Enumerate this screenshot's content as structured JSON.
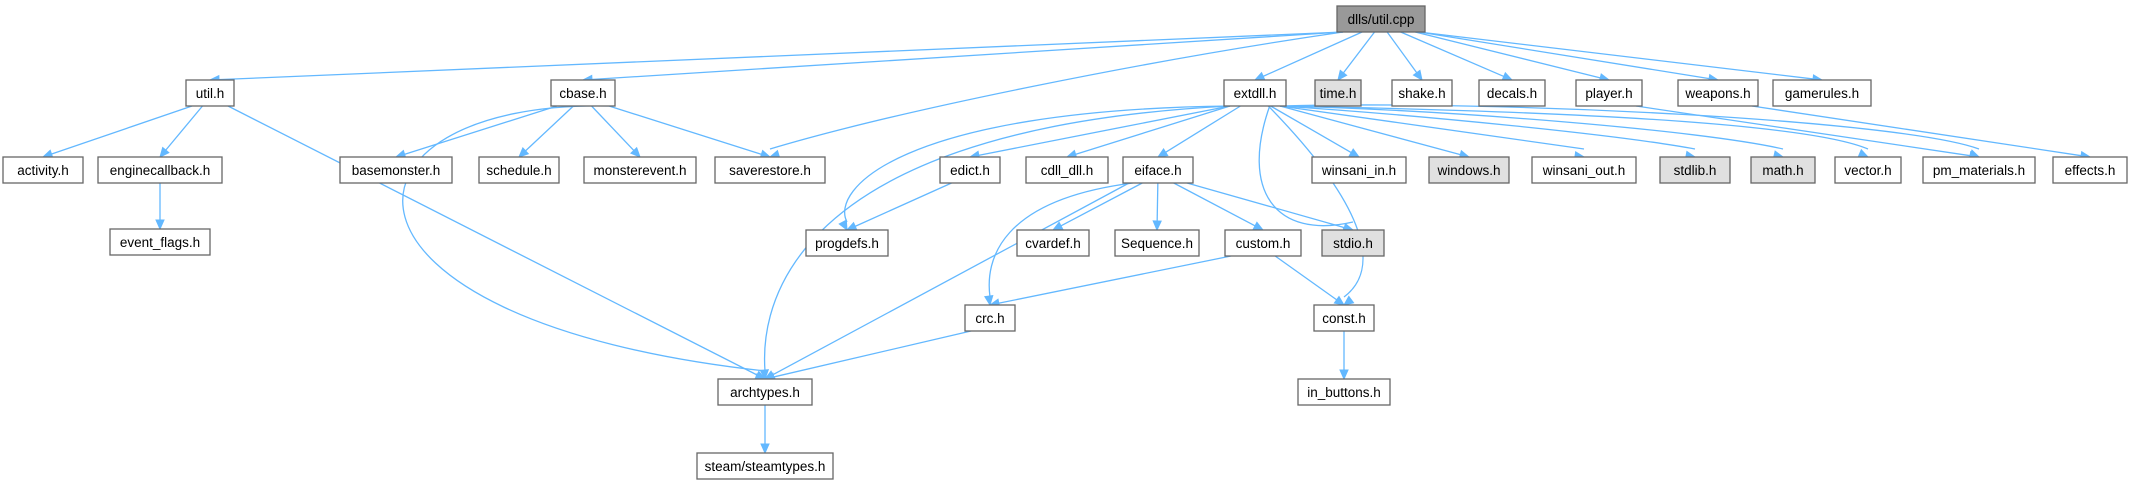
{
  "colors": {
    "node_fill": "#ffffff",
    "node_fill_root": "#999999",
    "node_fill_unresolved": "#e0e0e0",
    "node_border": "#666666",
    "edge": "#63b8ff"
  },
  "graph": {
    "nodes": [
      {
        "id": "root",
        "label": "dlls/util.cpp",
        "style": "root"
      },
      {
        "id": "util_h",
        "label": "util.h"
      },
      {
        "id": "cbase_h",
        "label": "cbase.h"
      },
      {
        "id": "extdll_h",
        "label": "extdll.h"
      },
      {
        "id": "time_h",
        "label": "time.h",
        "style": "unresolved"
      },
      {
        "id": "shake_h",
        "label": "shake.h"
      },
      {
        "id": "decals_h",
        "label": "decals.h"
      },
      {
        "id": "player_h",
        "label": "player.h"
      },
      {
        "id": "weapons_h",
        "label": "weapons.h"
      },
      {
        "id": "gamerules_h",
        "label": "gamerules.h"
      },
      {
        "id": "activity_h",
        "label": "activity.h"
      },
      {
        "id": "enginecallback_h",
        "label": "enginecallback.h"
      },
      {
        "id": "event_flags_h",
        "label": "event_flags.h"
      },
      {
        "id": "basemonster_h",
        "label": "basemonster.h"
      },
      {
        "id": "schedule_h",
        "label": "schedule.h"
      },
      {
        "id": "monsterevent_h",
        "label": "monsterevent.h"
      },
      {
        "id": "saverestore_h",
        "label": "saverestore.h"
      },
      {
        "id": "edict_h",
        "label": "edict.h"
      },
      {
        "id": "cdll_dll_h",
        "label": "cdll_dll.h"
      },
      {
        "id": "eiface_h",
        "label": "eiface.h"
      },
      {
        "id": "winsani_in_h",
        "label": "winsani_in.h"
      },
      {
        "id": "windows_h",
        "label": "windows.h",
        "style": "unresolved"
      },
      {
        "id": "winsani_out_h",
        "label": "winsani_out.h"
      },
      {
        "id": "stdlib_h",
        "label": "stdlib.h",
        "style": "unresolved"
      },
      {
        "id": "math_h",
        "label": "math.h",
        "style": "unresolved"
      },
      {
        "id": "vector_h",
        "label": "vector.h"
      },
      {
        "id": "pm_materials_h",
        "label": "pm_materials.h"
      },
      {
        "id": "effects_h",
        "label": "effects.h"
      },
      {
        "id": "progdefs_h",
        "label": "progdefs.h"
      },
      {
        "id": "cvardef_h",
        "label": "cvardef.h"
      },
      {
        "id": "sequence_h",
        "label": "Sequence.h"
      },
      {
        "id": "custom_h",
        "label": "custom.h"
      },
      {
        "id": "stdio_h",
        "label": "stdio.h",
        "style": "unresolved"
      },
      {
        "id": "crc_h",
        "label": "crc.h"
      },
      {
        "id": "const_h",
        "label": "const.h"
      },
      {
        "id": "in_buttons_h",
        "label": "in_buttons.h"
      },
      {
        "id": "archtypes_h",
        "label": "archtypes.h"
      },
      {
        "id": "steamtypes_h",
        "label": "steam/steamtypes.h"
      }
    ],
    "edges": [
      [
        "root",
        "util_h"
      ],
      [
        "root",
        "cbase_h"
      ],
      [
        "root",
        "saverestore_h"
      ],
      [
        "root",
        "extdll_h"
      ],
      [
        "root",
        "time_h"
      ],
      [
        "root",
        "shake_h"
      ],
      [
        "root",
        "decals_h"
      ],
      [
        "root",
        "player_h"
      ],
      [
        "root",
        "weapons_h"
      ],
      [
        "root",
        "gamerules_h"
      ],
      [
        "util_h",
        "activity_h"
      ],
      [
        "util_h",
        "enginecallback_h"
      ],
      [
        "util_h",
        "archtypes_h"
      ],
      [
        "enginecallback_h",
        "event_flags_h"
      ],
      [
        "cbase_h",
        "basemonster_h"
      ],
      [
        "cbase_h",
        "schedule_h"
      ],
      [
        "cbase_h",
        "monsterevent_h"
      ],
      [
        "cbase_h",
        "saverestore_h"
      ],
      [
        "cbase_h",
        "archtypes_h"
      ],
      [
        "extdll_h",
        "archtypes_h"
      ],
      [
        "extdll_h",
        "progdefs_h"
      ],
      [
        "extdll_h",
        "edict_h"
      ],
      [
        "extdll_h",
        "cdll_dll_h"
      ],
      [
        "extdll_h",
        "eiface_h"
      ],
      [
        "extdll_h",
        "stdio_h"
      ],
      [
        "extdll_h",
        "const_h"
      ],
      [
        "extdll_h",
        "winsani_in_h"
      ],
      [
        "extdll_h",
        "windows_h"
      ],
      [
        "extdll_h",
        "winsani_out_h"
      ],
      [
        "extdll_h",
        "stdlib_h"
      ],
      [
        "extdll_h",
        "math_h"
      ],
      [
        "extdll_h",
        "vector_h"
      ],
      [
        "extdll_h",
        "pm_materials_h"
      ],
      [
        "player_h",
        "pm_materials_h"
      ],
      [
        "weapons_h",
        "effects_h"
      ],
      [
        "edict_h",
        "progdefs_h"
      ],
      [
        "eiface_h",
        "archtypes_h"
      ],
      [
        "eiface_h",
        "crc_h"
      ],
      [
        "eiface_h",
        "cvardef_h"
      ],
      [
        "eiface_h",
        "sequence_h"
      ],
      [
        "eiface_h",
        "custom_h"
      ],
      [
        "eiface_h",
        "stdio_h"
      ],
      [
        "custom_h",
        "crc_h"
      ],
      [
        "custom_h",
        "const_h"
      ],
      [
        "crc_h",
        "archtypes_h"
      ],
      [
        "const_h",
        "in_buttons_h"
      ],
      [
        "archtypes_h",
        "steamtypes_h"
      ]
    ]
  }
}
